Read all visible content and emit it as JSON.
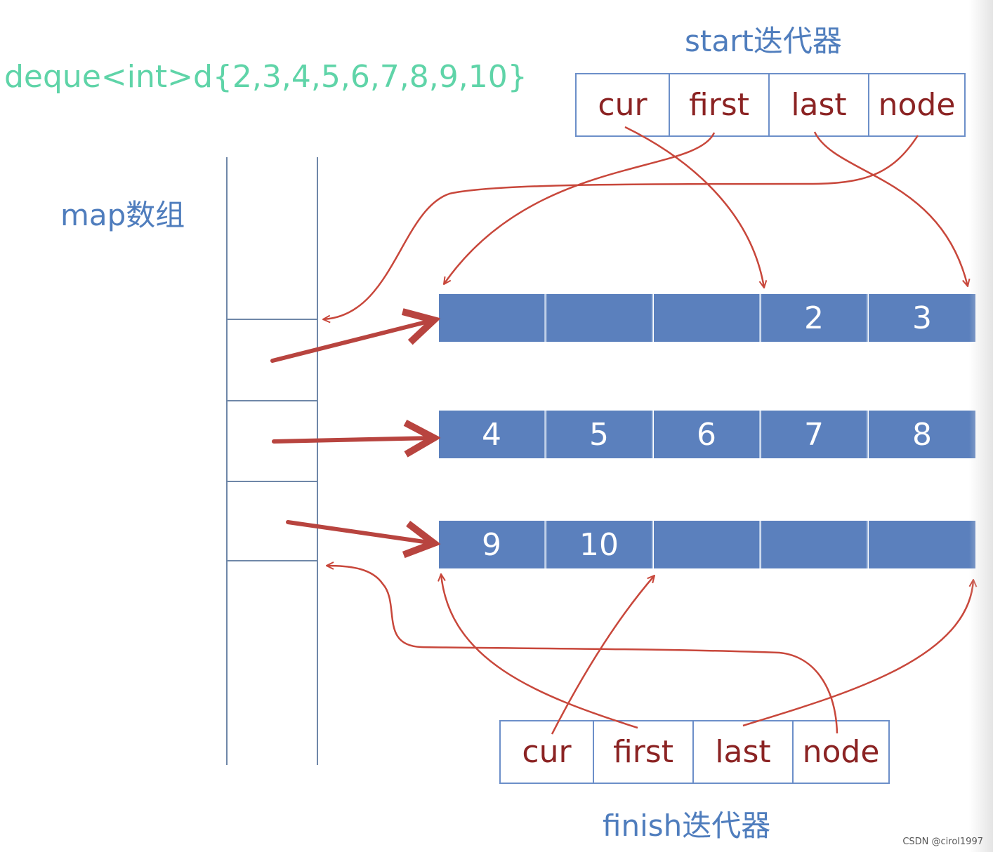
{
  "declaration": "deque<int>d{2,3,4,5,6,7,8,9,10}",
  "map_title": "map数组",
  "start_iterator": {
    "title": "start迭代器",
    "fields": [
      "cur",
      "first",
      "last",
      "node"
    ]
  },
  "finish_iterator": {
    "title": "finish迭代器",
    "fields": [
      "cur",
      "first",
      "last",
      "node"
    ]
  },
  "buffers": [
    [
      "",
      "",
      "",
      "2",
      "3"
    ],
    [
      "4",
      "5",
      "6",
      "7",
      "8"
    ],
    [
      "9",
      "10",
      "",
      "",
      ""
    ]
  ],
  "watermark": "CSDN @cirol1997",
  "colors": {
    "declaration": "#5fd4a8",
    "title": "#4f7dbd",
    "field_text": "#8b2323",
    "buffer_fill": "#5b80bd",
    "thin_arrow": "#c8473b",
    "thick_arrow": "#b8443f"
  }
}
